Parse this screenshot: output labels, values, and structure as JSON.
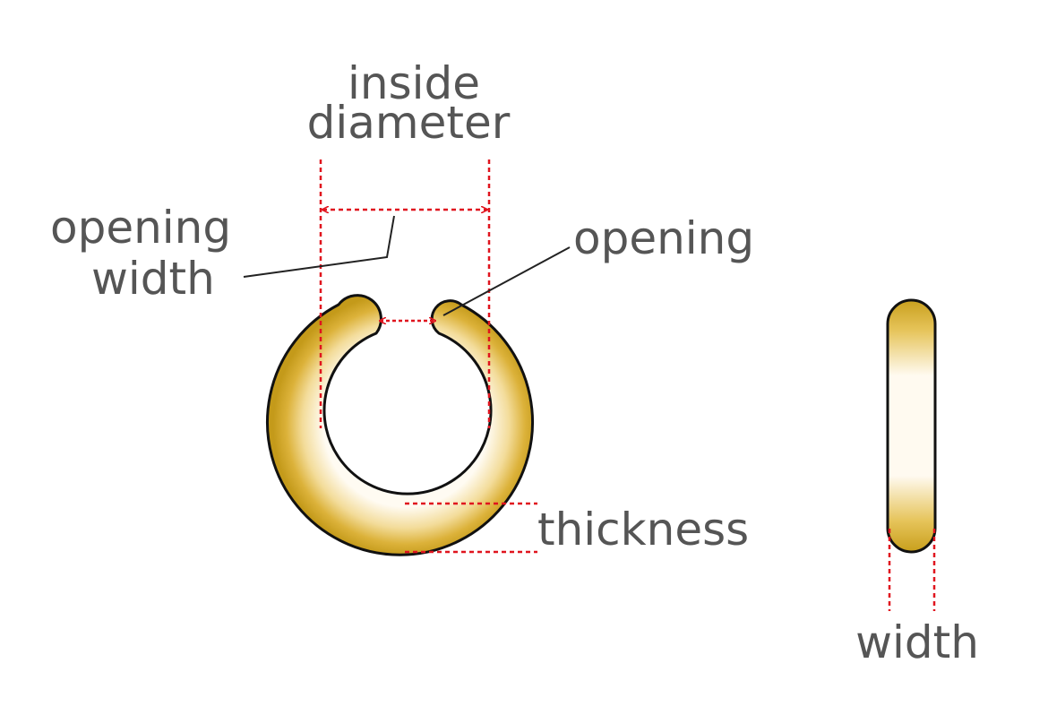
{
  "labels": {
    "inside_diameter_line1": "inside",
    "inside_diameter_line2": "diameter",
    "opening_width_line1": "opening",
    "opening_width_line2": "width",
    "opening": "opening",
    "thickness": "thickness",
    "width": "width"
  },
  "colors": {
    "dimension_line": "#e0141e",
    "leader_line": "#222222",
    "text": "#555555",
    "gold_dark": "#c9a01e",
    "gold_light": "#fffaf0",
    "outline": "#111111"
  }
}
